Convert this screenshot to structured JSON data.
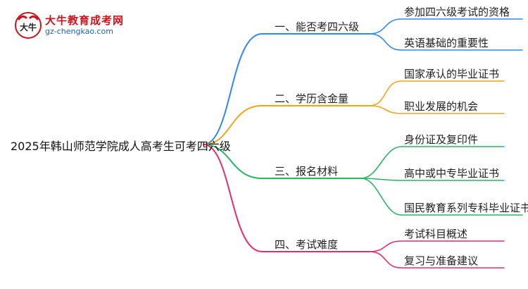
{
  "logo": {
    "title": "大牛教育成考网",
    "url": "gz-chengkao.com",
    "mark": "大牛"
  },
  "root": {
    "label": "2025年韩山师范学院成人高考生可考四六级"
  },
  "branches": [
    {
      "label": "一、能否考四六级",
      "color": "#2f88f0",
      "children": [
        "参加四六级考试的资格",
        "英语基础的重要性"
      ]
    },
    {
      "label": "二、学历含金量",
      "color": "#f0a416",
      "children": [
        "国家承认的毕业证书",
        "职业发展的机会"
      ]
    },
    {
      "label": "三、报名材料",
      "color": "#28b461",
      "children": [
        "身份证及复印件",
        "高中或中专毕业证书",
        "国民教育系列专科毕业证书"
      ]
    },
    {
      "label": "四、考试难度",
      "color": "#ea2a6f",
      "children": [
        "考试科目概述",
        "复习与准备建议"
      ]
    }
  ]
}
